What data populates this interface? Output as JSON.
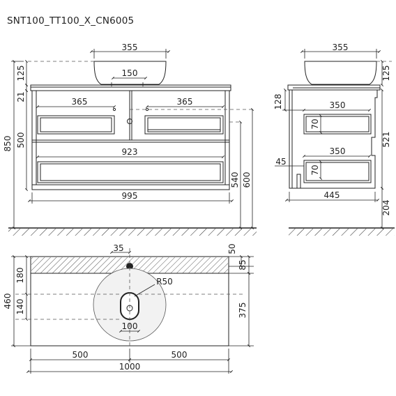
{
  "title": "SNT100_TT100_X_CN6005",
  "front_view": {
    "bowl_width": "355",
    "bowl_height": "125",
    "drain_width": "150",
    "top_thickness": "21",
    "drawer_left_width": "365",
    "drawer_right_width": "365",
    "upper_height": "500",
    "total_height": "850",
    "inner_width": "923",
    "overall_width": "995",
    "side_height_a": "540",
    "side_height_b": "600"
  },
  "side_view": {
    "bowl_width": "355",
    "bowl_height": "125",
    "top_offset": "128",
    "drawer_upper_depth": "350",
    "drawer_upper_height": "70",
    "cabinet_height": "521",
    "base_offset": "45",
    "drawer_lower_depth": "350",
    "drawer_lower_height": "70",
    "overall_depth": "445",
    "floor_clearance": "204"
  },
  "top_view": {
    "hole_offset": "35",
    "edge_a": "50",
    "edge_b": "85",
    "hatched_depth": "180",
    "radius": "R50",
    "total_depth": "460",
    "lower_offset": "140",
    "drain_width": "100",
    "center_depth": "375",
    "left_half": "500",
    "right_half": "500",
    "overall_width": "1000"
  }
}
